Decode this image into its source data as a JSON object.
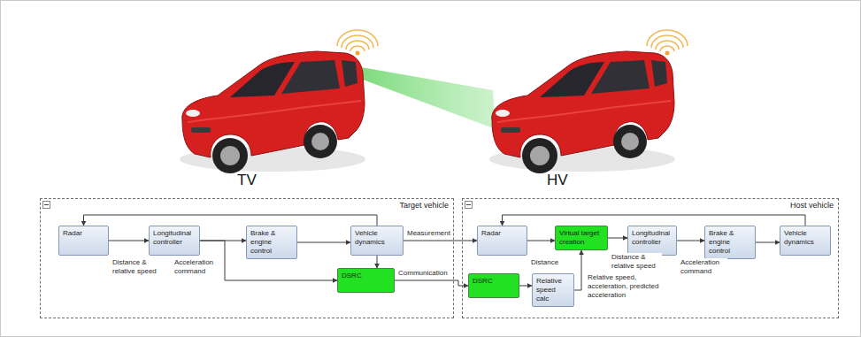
{
  "diagram": {
    "nodes": [
      {
        "text": [
          "Target vehicle"
        ]
      },
      {
        "text": [
          "Radar"
        ],
        "in": 0
      },
      {
        "text": [
          "Longitudinal controller"
        ],
        "in": 0
      },
      {
        "text": [
          "Brake & engine control"
        ],
        "in": 0
      },
      {
        "text": [
          "Vehicle dynamics"
        ],
        "in": 0
      },
      {
        "text": [
          "DSRC"
        ],
        "in": 0
      },
      {
        "text": [
          "Host vehicle"
        ]
      },
      {
        "text": [
          "Radar"
        ],
        "in": 6
      },
      {
        "text": [
          "Virtual target creation"
        ],
        "in": 6
      },
      {
        "text": [
          "Longitudinal controller"
        ],
        "in": 6
      },
      {
        "text": [
          "Brake & engine control"
        ],
        "in": 6
      },
      {
        "text": [
          "Vehicle dynamics"
        ],
        "in": 6
      },
      {
        "text": [
          "DSRC"
        ],
        "in": 6
      },
      {
        "text": [
          "Relative speed calc"
        ],
        "in": 6
      }
    ],
    "edges": [
      {
        "from": 4,
        "to": 1,
        "arrow": "to"
      },
      {
        "from": 1,
        "to": 2,
        "label": "Distance & relative speed",
        "arrow": "to"
      },
      {
        "from": 2,
        "to": 3,
        "arrow": "to"
      },
      {
        "from": 3,
        "to": 4,
        "arrow": "to"
      },
      {
        "from": 2,
        "to": 5,
        "label": "Acceleration command",
        "arrow": "to"
      },
      {
        "from": 4,
        "to": 5,
        "arrow": "to"
      },
      {
        "from": 5,
        "to": 12,
        "label": "Communication",
        "arrow": "to"
      },
      {
        "from": 4,
        "to": 7,
        "label": "Measurement",
        "arrow": "to"
      },
      {
        "from": 11,
        "to": 7,
        "arrow": "to"
      },
      {
        "from": 7,
        "to": 8,
        "label": "Distance",
        "arrow": "to"
      },
      {
        "from": 8,
        "to": 9,
        "label": "Distance & relative speed",
        "arrow": "to"
      },
      {
        "from": 9,
        "to": 10,
        "label": "Acceleration command",
        "arrow": "to"
      },
      {
        "from": 10,
        "to": 11,
        "arrow": "to"
      },
      {
        "from": 12,
        "to": 13,
        "arrow": "to"
      },
      {
        "from": 13,
        "to": 8,
        "label": "Relative speed, acceleration, predicted acceleration",
        "arrow": "to"
      }
    ],
    "labels": [
      "TV",
      "HV"
    ]
  }
}
